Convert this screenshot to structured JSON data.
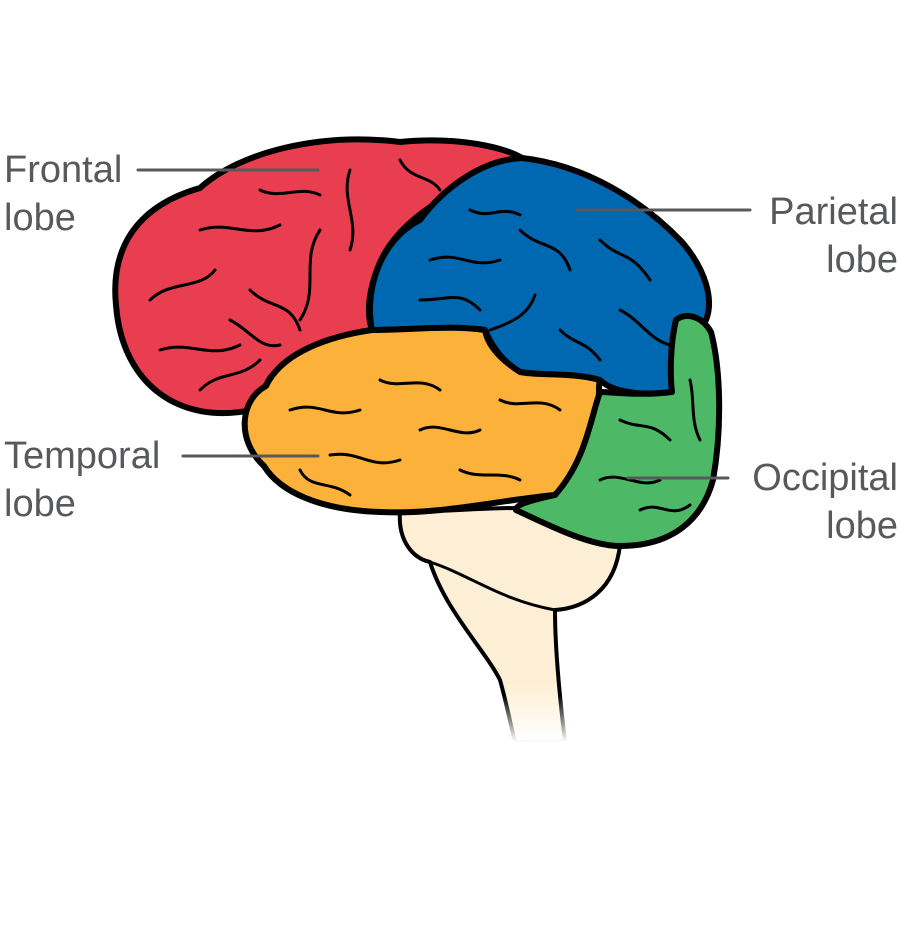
{
  "labels": {
    "frontal": {
      "line1": "Frontal",
      "line2": "lobe"
    },
    "parietal": {
      "line1": "Parietal",
      "line2": "lobe"
    },
    "temporal": {
      "line1": "Temporal",
      "line2": "lobe"
    },
    "occipital": {
      "line1": "Occipital",
      "line2": "lobe"
    }
  },
  "colors": {
    "frontal": "#e83e4f",
    "parietal": "#0067b1",
    "temporal": "#fbb13a",
    "occipital": "#4db865",
    "brainstem": "#fdefd5",
    "outline": "#000000",
    "label_text": "#58595b"
  }
}
